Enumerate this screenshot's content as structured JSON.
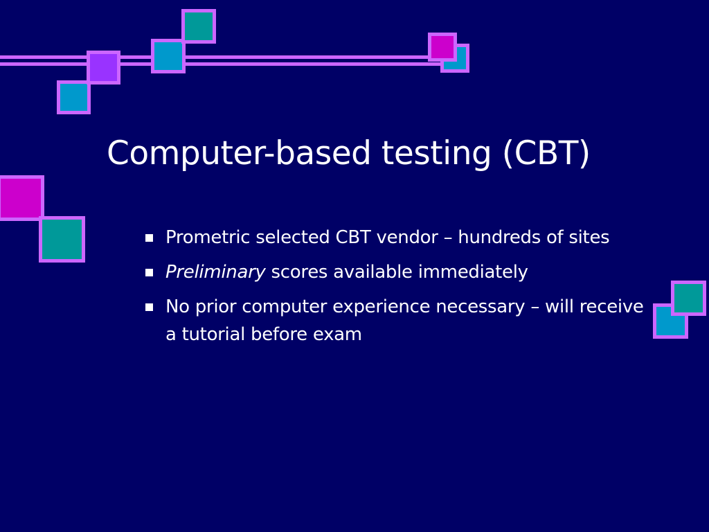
{
  "slide": {
    "title": "Computer-based testing (CBT)",
    "bullets": [
      {
        "text": "Prometric selected CBT vendor – hundreds of sites"
      },
      {
        "emphasis": "Preliminary",
        "text": " scores available immediately"
      },
      {
        "text": "No prior computer experience necessary – will receive a tutorial before exam"
      }
    ]
  },
  "colors": {
    "background": "#000066",
    "line": "#cc66ff",
    "square_border": "#cc66ff",
    "teal": "#009999",
    "cyan": "#0099cc",
    "violet": "#9933ff",
    "magenta": "#cc00cc",
    "text": "#ffffff"
  }
}
